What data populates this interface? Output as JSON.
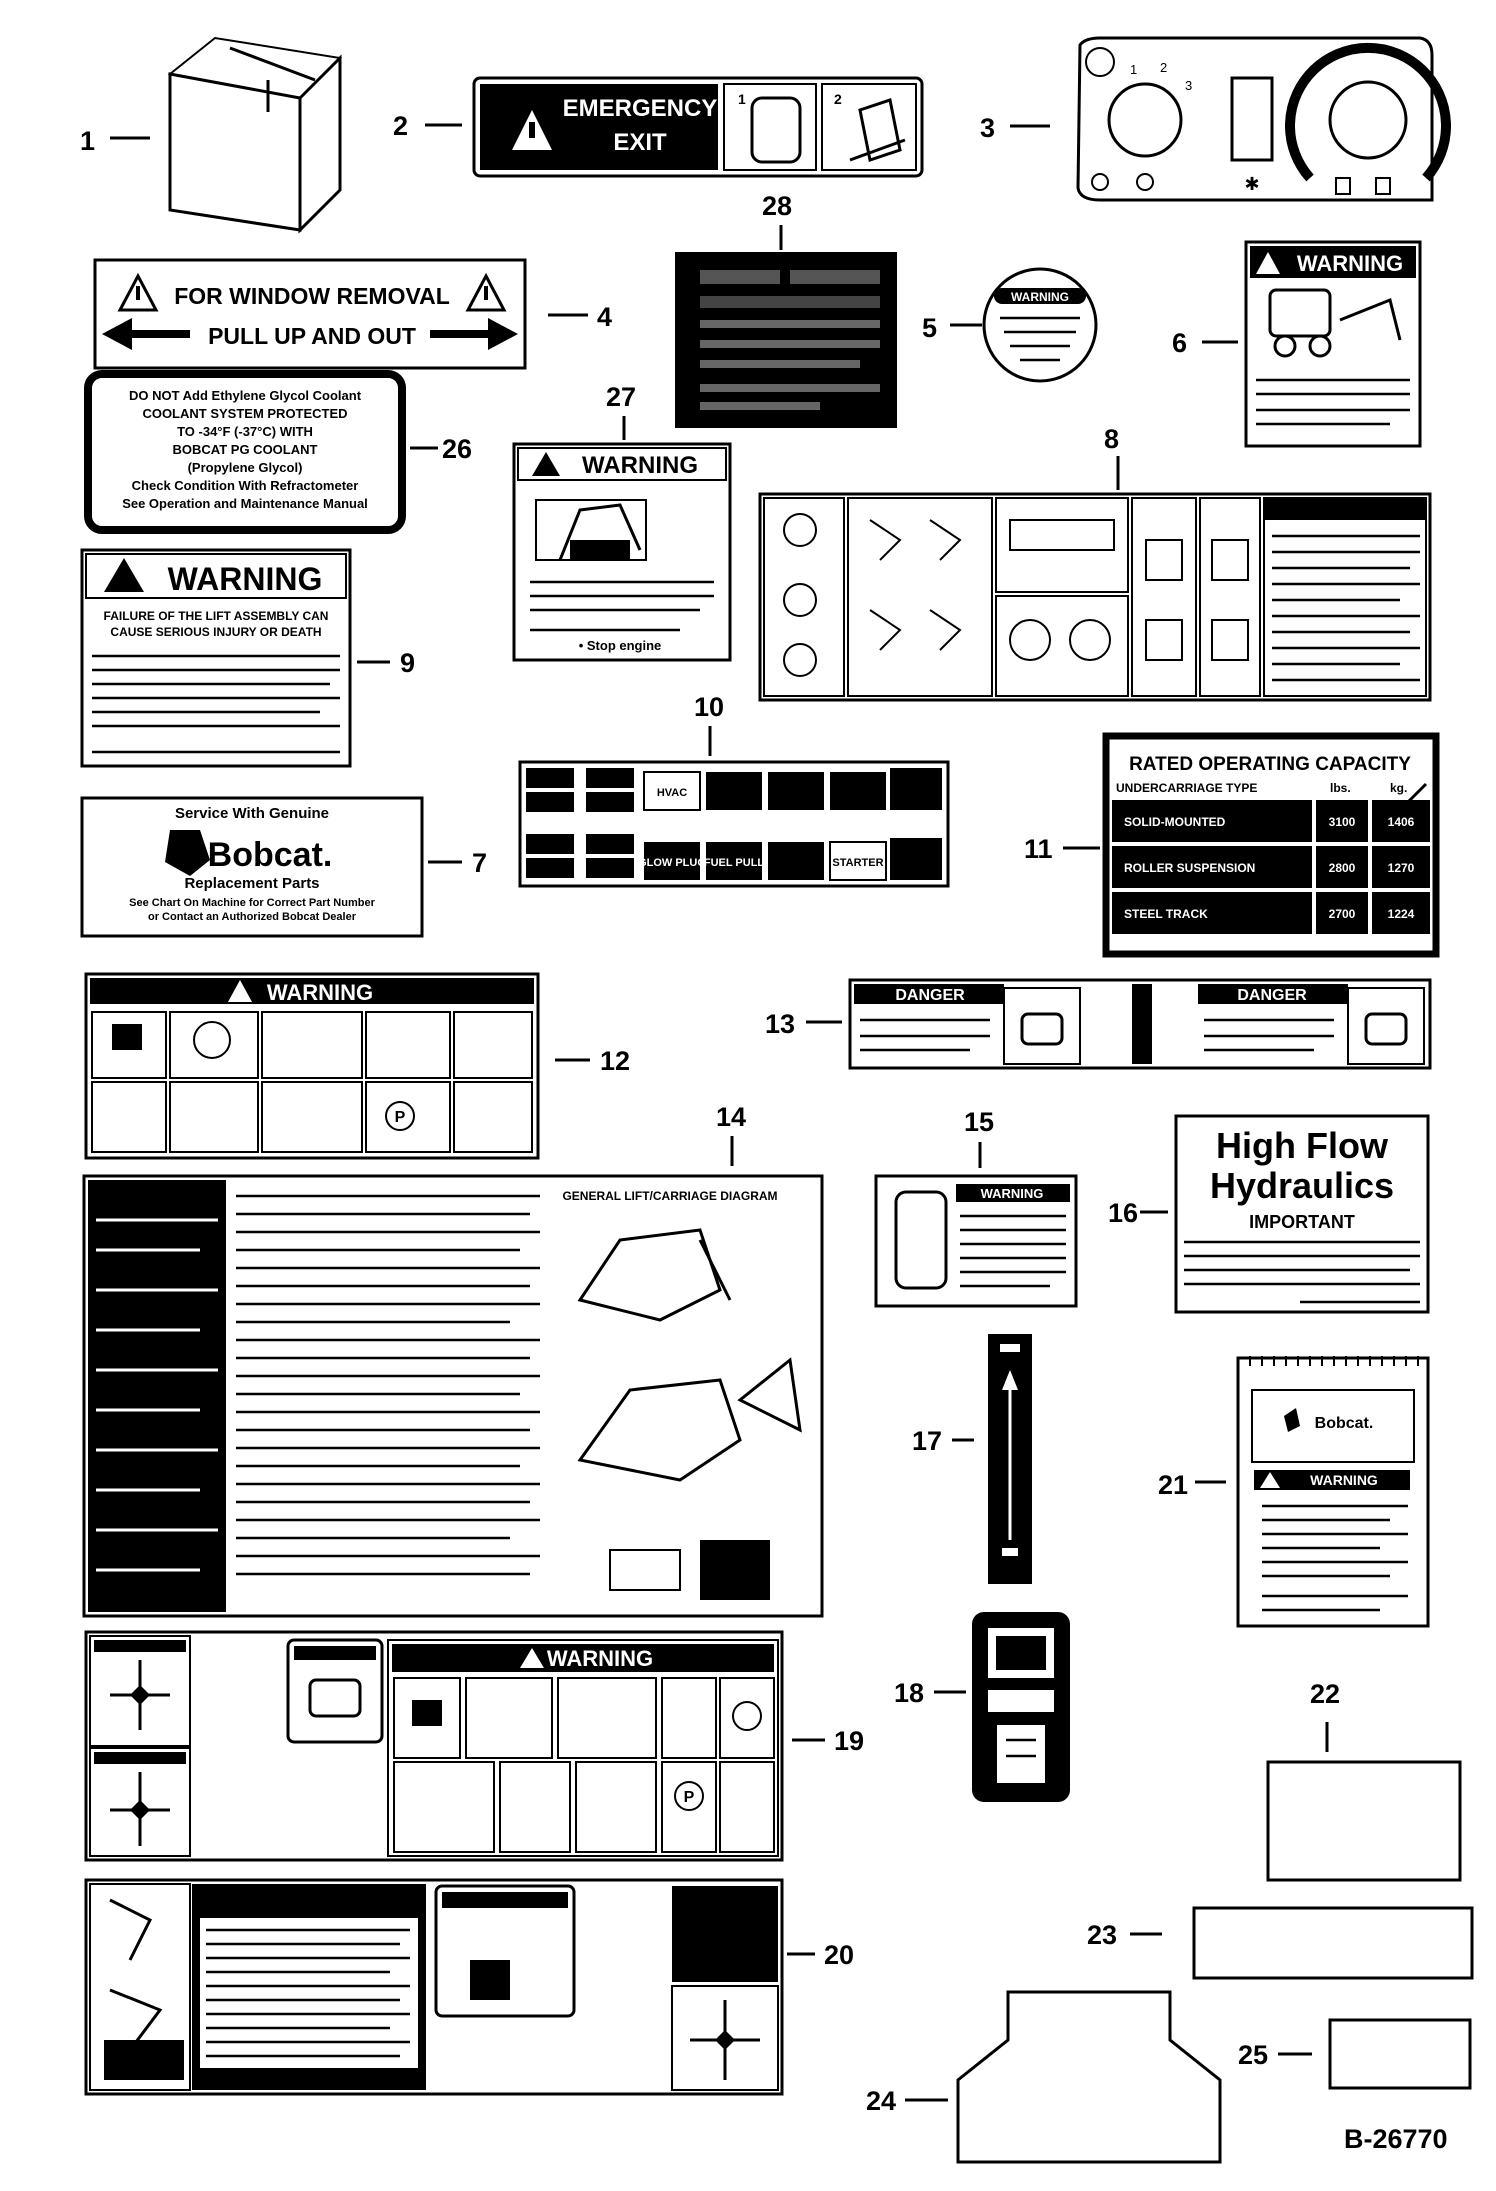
{
  "drawing_number": "B-26770",
  "callouts": [
    "1",
    "2",
    "3",
    "4",
    "5",
    "6",
    "7",
    "8",
    "9",
    "10",
    "11",
    "12",
    "13",
    "14",
    "15",
    "16",
    "17",
    "18",
    "19",
    "20",
    "21",
    "22",
    "23",
    "24",
    "25",
    "26",
    "27",
    "28"
  ],
  "decal_2": {
    "line1": "EMERGENCY",
    "line2": "EXIT",
    "step1": "1",
    "step2": "2"
  },
  "decal_3": {
    "n1": "1",
    "n2": "2",
    "n3": "3"
  },
  "decal_4": {
    "line1": "FOR WINDOW REMOVAL",
    "line2": "PULL UP AND OUT"
  },
  "decal_26": {
    "lines": [
      "DO NOT Add Ethylene Glycol Coolant",
      "COOLANT SYSTEM PROTECTED",
      "TO -34°F (-37°C) WITH",
      "BOBCAT PG COOLANT",
      "(Propylene Glycol)",
      "Check Condition With Refractometer",
      "See Operation and Maintenance Manual"
    ]
  },
  "decal_27": {
    "header": "WARNING",
    "footer": "• Stop engine"
  },
  "decal_9": {
    "header": "WARNING",
    "line1": "FAILURE OF THE LIFT ASSEMBLY CAN",
    "line2": "CAUSE SERIOUS INJURY OR DEATH"
  },
  "decal_6": {
    "header": "WARNING"
  },
  "decal_5": {
    "header": "WARNING"
  },
  "decal_7": {
    "line1": "Service With Genuine",
    "brand": "Bobcat.",
    "line2": "Replacement Parts",
    "line3": "See Chart On Machine for Correct Part Number",
    "line4": "or Contact an Authorized Bobcat Dealer"
  },
  "decal_10": {
    "row1": [
      "",
      "",
      "HVAC",
      "",
      "",
      "",
      ""
    ],
    "row2": [
      "",
      "",
      "GLOW PLUG",
      "FUEL PULL",
      "",
      "STARTER",
      ""
    ]
  },
  "decal_11": {
    "title": "RATED OPERATING CAPACITY",
    "col_type": "UNDERCARRIAGE TYPE",
    "col_lbs": "lbs.",
    "col_kg": "kg.",
    "rows": [
      {
        "type": "SOLID-MOUNTED",
        "lbs": "3100",
        "kg": "1406"
      },
      {
        "type": "ROLLER SUSPENSION",
        "lbs": "2800",
        "kg": "1270"
      },
      {
        "type": "STEEL TRACK",
        "lbs": "2700",
        "kg": "1224"
      }
    ]
  },
  "decal_12": {
    "header": "WARNING"
  },
  "decal_13": {
    "header_left": "DANGER",
    "header_right": "DANGER"
  },
  "decal_14": {
    "title_left": "",
    "title_right": "GENERAL LIFT/CARRIAGE DIAGRAM"
  },
  "decal_15": {
    "header": "WARNING"
  },
  "decal_16": {
    "line1": "High Flow",
    "line2": "Hydraulics",
    "sub": "IMPORTANT"
  },
  "decal_19": {
    "header": "WARNING"
  },
  "decal_21": {
    "brand": "Bobcat.",
    "header": "WARNING"
  }
}
